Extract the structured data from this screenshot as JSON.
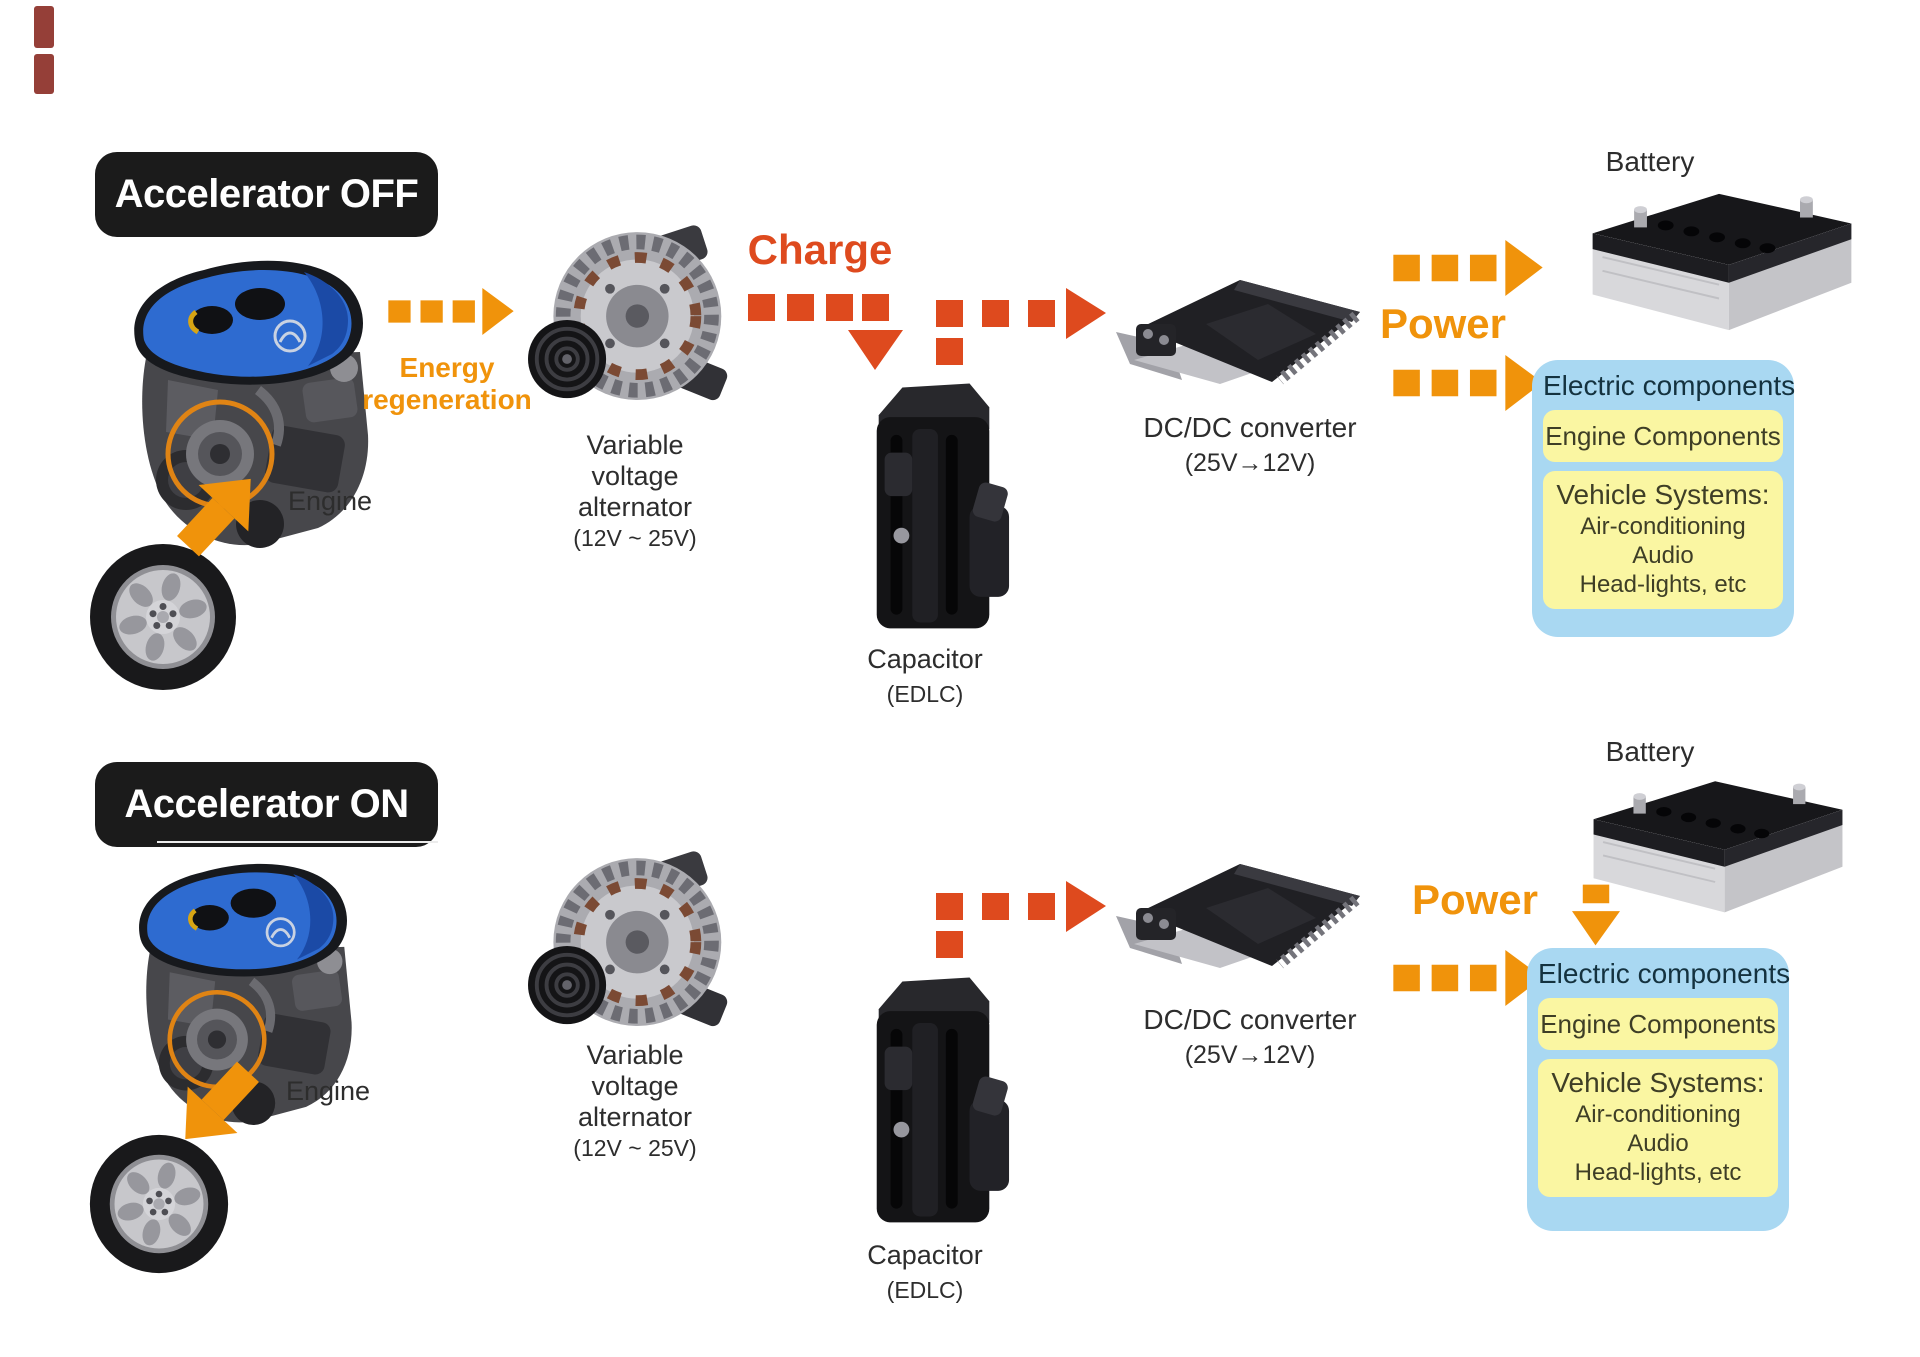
{
  "colors": {
    "orange": "#F0930B",
    "red": "#DE4A1E",
    "badge_bg": "#1B1B1B",
    "electric_box_bg": "#A9D8F2",
    "inner_box_bg": "#FAF6A2"
  },
  "accelerator_off": {
    "badge": "Accelerator OFF",
    "engine_label": "Engine",
    "energy_regeneration": [
      "Energy",
      "regeneration"
    ],
    "alternator_label": [
      "Variable",
      "voltage",
      "alternator"
    ],
    "alternator_range": "(12V ~ 25V)",
    "charge_label": "Charge",
    "capacitor_label": "Capacitor",
    "capacitor_sub": "(EDLC)",
    "dcdc_label": "DC/DC converter",
    "dcdc_sub": "(25V→12V)",
    "power_label": "Power",
    "battery_label": "Battery",
    "electric_box": {
      "title": "Electric components",
      "engine_components": "Engine Components",
      "vehicle_systems_title": "Vehicle Systems:",
      "vehicle_systems_items": [
        "Air-conditioning",
        "Audio",
        "Head-lights, etc"
      ]
    }
  },
  "accelerator_on": {
    "badge": "Accelerator ON",
    "engine_label": "Engine",
    "alternator_label": [
      "Variable",
      "voltage",
      "alternator"
    ],
    "alternator_range": "(12V ~ 25V)",
    "capacitor_label": "Capacitor",
    "capacitor_sub": "(EDLC)",
    "dcdc_label": "DC/DC converter",
    "dcdc_sub": "(25V→12V)",
    "power_label": "Power",
    "battery_label": "Battery",
    "electric_box": {
      "title": "Electric components",
      "engine_components": "Engine Components",
      "vehicle_systems_title": "Vehicle Systems:",
      "vehicle_systems_items": [
        "Air-conditioning",
        "Audio",
        "Head-lights, etc"
      ]
    }
  }
}
